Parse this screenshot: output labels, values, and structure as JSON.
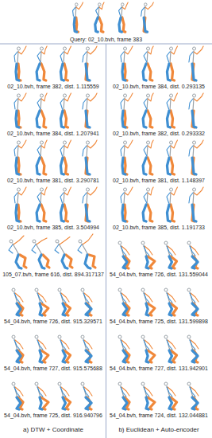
{
  "diagram": {
    "labels": [
      "Query: 02_10.bvh, frame 383",
      "02_10.bvh, frame 382, dist. 1.115559",
      "02_10.bvh, frame 384, dist. 0.293135",
      "02_10.bvh, frame 384, dist. 1.207941",
      "02_10.bvh, frame 382, dist. 0.293332",
      "02_10.bvh, frame 381, dist. 3.290781",
      "02_10.bvh, frame 381, dist. 1.148397",
      "02_10.bvh, frame 385, dist. 3.504994",
      "02_10.bvh, frame 385, dist. 1.191733",
      "105_07.bvh, frame 616, dist. 894.317137",
      "54_04.bvh, frame 726, dist. 131.559044",
      "54_04.bvh, frame 726, dist. 915.329571",
      "54_04.bvh, frame 725, dist. 131.599898",
      "54_04.bvh, frame 727, dist. 915.575688",
      "54_04.bvh, frame 727, dist. 131.942901",
      "54_04.bvh, frame 725, dist. 916.940796",
      "54_04.bvh, frame 724, dist. 132.044881",
      "a) DTW + Coordinate",
      "b) Euclidean + Auto-encoder"
    ]
  }
}
